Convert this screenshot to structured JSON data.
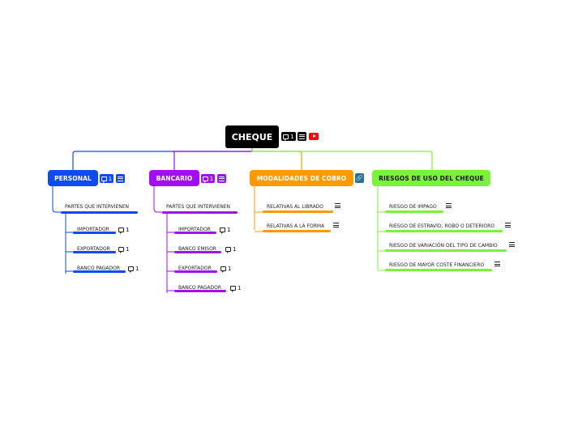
{
  "root": {
    "label": "CHEQUE",
    "comment_count": "1"
  },
  "branches": {
    "personal": {
      "label": "PERSONAL",
      "comment_count": "1",
      "group": "PARTES QUE INTERVIENEN",
      "items": [
        {
          "label": "IMPORTADOR",
          "comment_count": "1"
        },
        {
          "label": "EXPORTADOR",
          "comment_count": "1"
        },
        {
          "label": "BANCO PAGADOR",
          "comment_count": "1"
        }
      ]
    },
    "bancario": {
      "label": "BANCARIO",
      "comment_count": "1",
      "group": "PARTES QUE INTERVIENEN",
      "items": [
        {
          "label": "IMPORTADOR",
          "comment_count": "1"
        },
        {
          "label": "BANCO EMISOR",
          "comment_count": "1"
        },
        {
          "label": "EXPORTADOR",
          "comment_count": "1"
        },
        {
          "label": "BANCO PAGADOR",
          "comment_count": "1"
        }
      ]
    },
    "modalidades": {
      "label": "MODALIDADES DE COBRO",
      "items": [
        {
          "label": "RELATIVAS AL LIBRADO"
        },
        {
          "label": "RELATIVAS A LA FORMA"
        }
      ]
    },
    "riesgos": {
      "label": "RIESGOS DE USO DEL CHEQUE",
      "items": [
        {
          "label": "RIESGO DE IMPAGO"
        },
        {
          "label": "RIESGO DE ESTRAVÍO, ROBO O DETERIORO"
        },
        {
          "label": "RIESGO DE VARIACIÓN DEL TIPO DE CAMBIO"
        },
        {
          "label": "RIESGO DE MAYOR COSTE FINANCIERO"
        }
      ]
    }
  },
  "colors": {
    "root": "#000000",
    "personal": "#0d4af2",
    "bancario": "#a20ef2",
    "modalidades": "#ff9900",
    "riesgos": "#7cf23a",
    "link_badge": "#2a6f97"
  },
  "icons": [
    "comment-icon",
    "notes-icon",
    "youtube-icon",
    "link-icon"
  ]
}
